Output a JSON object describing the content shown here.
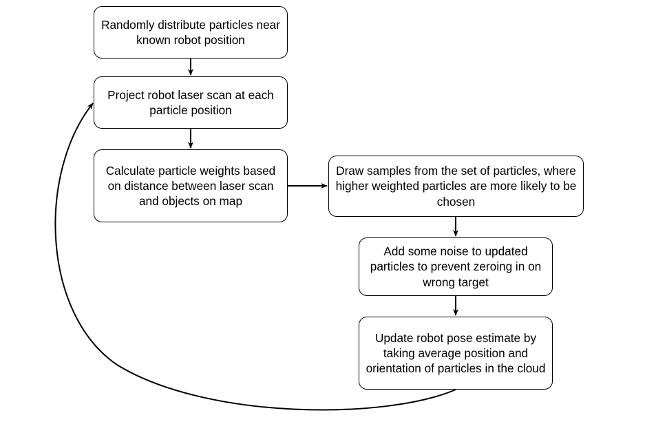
{
  "nodes": {
    "n1": "Randomly distribute particles near known robot position",
    "n2": "Project robot laser scan at each particle position",
    "n3": "Calculate particle weights based on distance between laser scan and objects on map",
    "n4": "Draw samples from the set of particles, where higher weighted particles are more likely to be chosen",
    "n5": "Add some noise to updated particles to prevent zeroing in on wrong target",
    "n6": "Update robot pose estimate by taking average position and orientation of particles in the cloud"
  },
  "colors": {
    "stroke": "#000000",
    "fill": "#ffffff"
  }
}
